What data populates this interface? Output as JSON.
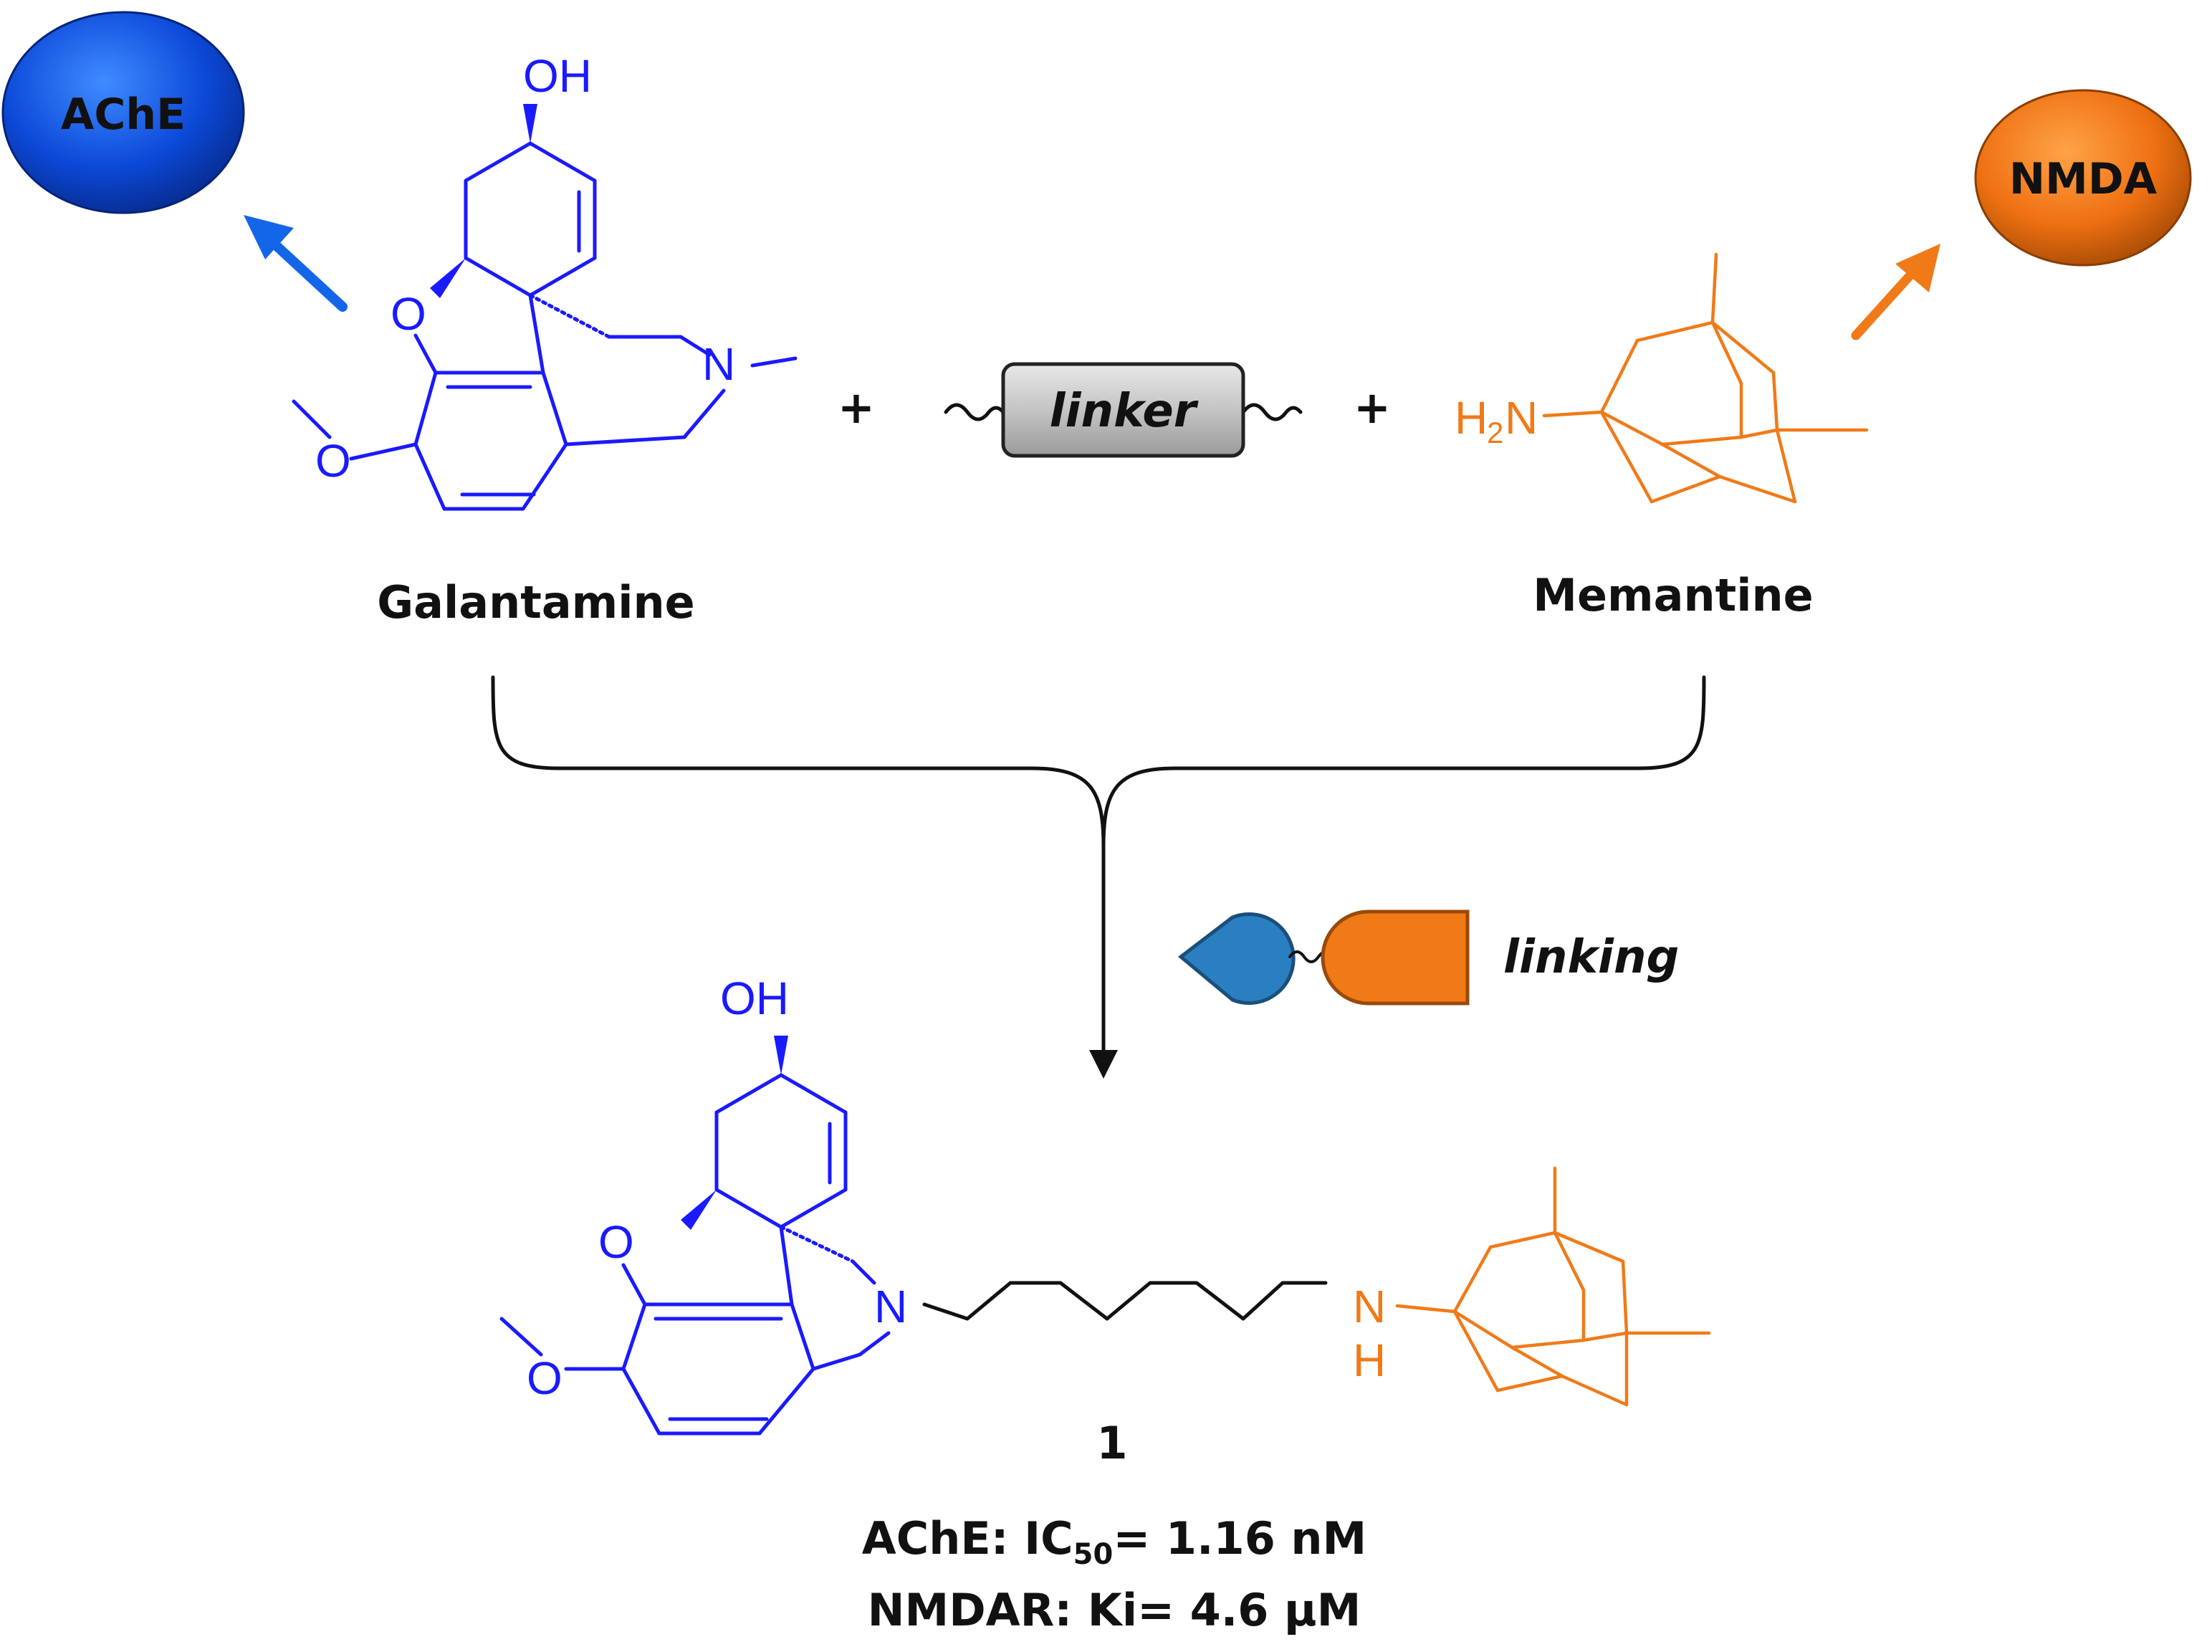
{
  "colors": {
    "galantamine": "#1a1aff",
    "memantine": "#f07a18",
    "ache_ellipse": "#0a47d6",
    "nmda_ellipse": "#f07a18",
    "linker_box": "#c8c8c8",
    "linking_drop": "#2a7fc0"
  },
  "targets": {
    "ache": "AChE",
    "nmda": "NMDA"
  },
  "reactants": {
    "galantamine_name": "Galantamine",
    "memantine_name": "Memantine",
    "linker_label": "linker",
    "plus": "+"
  },
  "atoms": {
    "oh": "OH",
    "o": "O",
    "n": "N",
    "h2n_h": "H",
    "h2n_2": "2",
    "h2n_n": "N",
    "nh_n": "N",
    "nh_h": "H"
  },
  "linking_label": "linking",
  "product": {
    "number": "1",
    "ache_prefix": "AChE: IC",
    "ache_sub": "50",
    "ache_suffix": "= 1.16 nM",
    "nmdar": "NMDAR: Ki= 4.6 μM"
  },
  "icons": [
    "ache-target-ellipse",
    "nmda-target-ellipse",
    "linker-box",
    "linking-pictogram",
    "merge-brace-arrow"
  ]
}
